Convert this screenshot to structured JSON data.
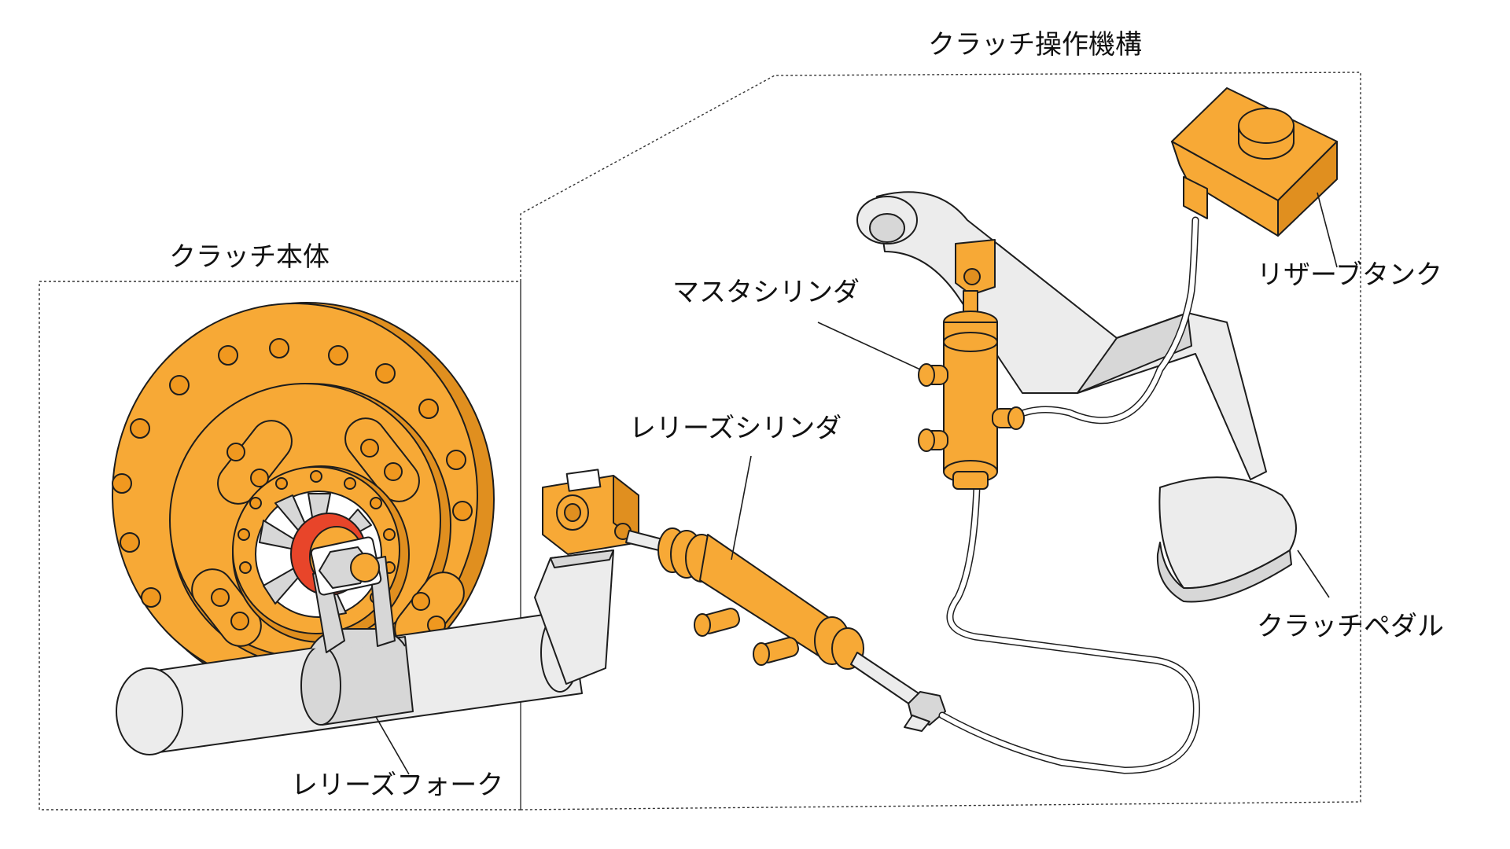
{
  "labels": {
    "clutch_body": "クラッチ本体",
    "clutch_mechanism": "クラッチ操作機構",
    "master_cylinder": "マスタシリンダ",
    "release_cylinder": "レリーズシリンダ",
    "reservoir_tank": "リザーブタンク",
    "clutch_pedal": "クラッチペダル",
    "release_fork": "レリーズフォーク"
  },
  "colors": {
    "component_orange": "#f7a936",
    "release_bearing_red": "#e8452a",
    "housing_gray": "#ececec"
  },
  "icons": {
    "clutch_disc": "clutch-disc-icon",
    "shaft": "shaft-icon",
    "pedal": "pedal-icon"
  }
}
